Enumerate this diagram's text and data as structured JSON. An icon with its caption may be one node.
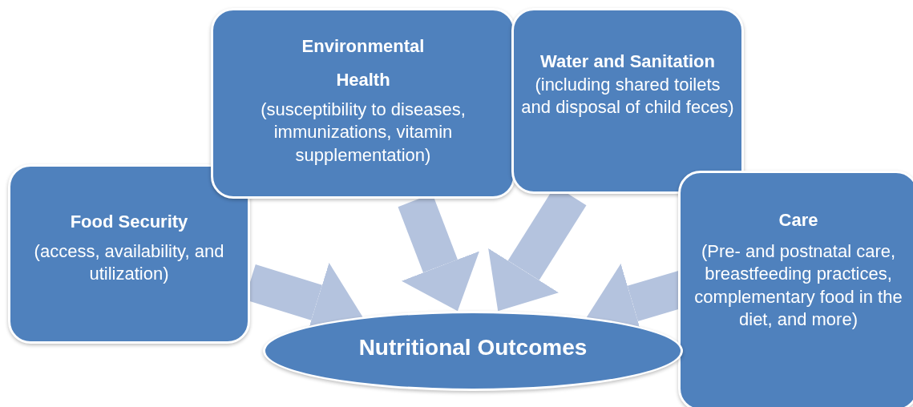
{
  "diagram": {
    "nodes": [
      {
        "text": [
          "Food Security",
          "(access, availability, and utilization)"
        ]
      },
      {
        "text": [
          "Environmental Health",
          "(susceptibility to diseases, immunizations, vitamin supplementation)"
        ]
      },
      {
        "text": [
          "Water and Sanitation",
          "(including shared toilets and disposal of child feces)"
        ]
      },
      {
        "text": [
          "Care",
          "(Pre- and postnatal care, breastfeeding practices, complementary food in the diet, and more)"
        ]
      },
      {
        "text": [
          "Nutritional Outcomes"
        ]
      }
    ],
    "edges": [
      {
        "from": 0,
        "to": 4,
        "arrow": "to"
      },
      {
        "from": 1,
        "to": 4,
        "arrow": "to"
      },
      {
        "from": 2,
        "to": 4,
        "arrow": "to"
      },
      {
        "from": 3,
        "to": 4,
        "arrow": "to"
      }
    ]
  }
}
